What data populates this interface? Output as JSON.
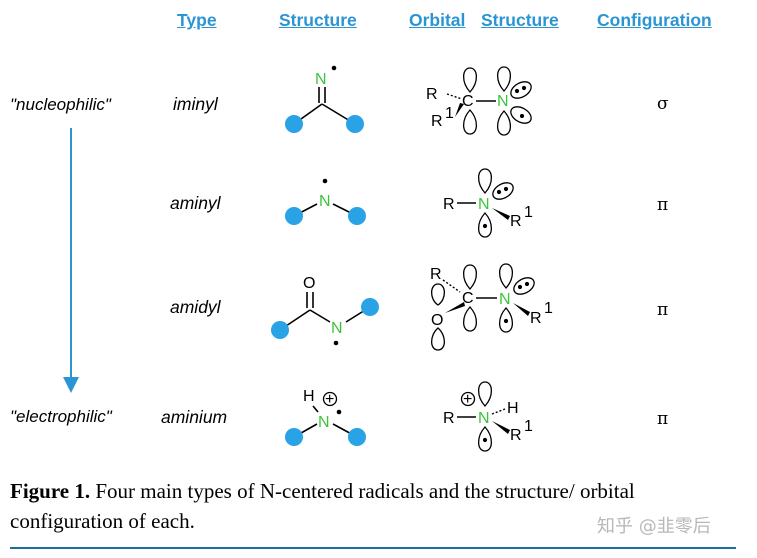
{
  "headers": {
    "type": "Type",
    "structure": "Structure",
    "orbital": "Orbital",
    "orbital_structure": "Structure",
    "configuration": "Configuration"
  },
  "axis": {
    "top": "\"nucleophilic\"",
    "bottom": "\"electrophilic\"",
    "arrow_color": "#2b95d3"
  },
  "rows": [
    {
      "type": "iminyl",
      "configuration": "σ"
    },
    {
      "type": "aminyl",
      "configuration": "π"
    },
    {
      "type": "amidyl",
      "configuration": "π"
    },
    {
      "type": "aminium",
      "configuration": "π"
    }
  ],
  "atoms": {
    "nitrogen": "N",
    "carbon": "C",
    "oxygen": "O",
    "hydrogen": "H",
    "substituent": "R",
    "superscript_one": "1",
    "plus": "+"
  },
  "colors": {
    "header": "#2b95d3",
    "nitrogen": "#3cc43c",
    "substituent_ball": "#2aa3e6"
  },
  "caption": {
    "label": "Figure 1.",
    "text": "Four main types of N-centered radicals and the structure/ orbital configuration of each."
  },
  "watermark": "知乎 @韭零后"
}
